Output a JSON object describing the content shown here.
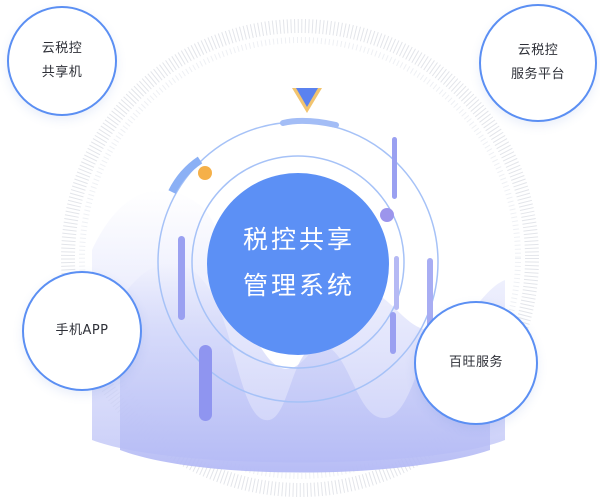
{
  "colors": {
    "node_border": "#5b8ff3",
    "center_fill": "#5c90f5",
    "ring": "#9cbcf5",
    "accent_bar": "#8f95f0",
    "orange_dot": "#f5b049",
    "purple_dot": "#9c95ec",
    "triangle_dark": "#5b82ef",
    "triangle_gold": "#f2c46f"
  },
  "center": {
    "line1": "税控共享",
    "line2": "管理系统"
  },
  "nodes": {
    "top_left": {
      "line1": "云税控",
      "line2": "共享机"
    },
    "top_right": {
      "line1": "云税控",
      "line2": "服务平台"
    },
    "middle_left": {
      "label": "手机APP"
    },
    "bottom_right": {
      "label": "百旺服务"
    }
  }
}
